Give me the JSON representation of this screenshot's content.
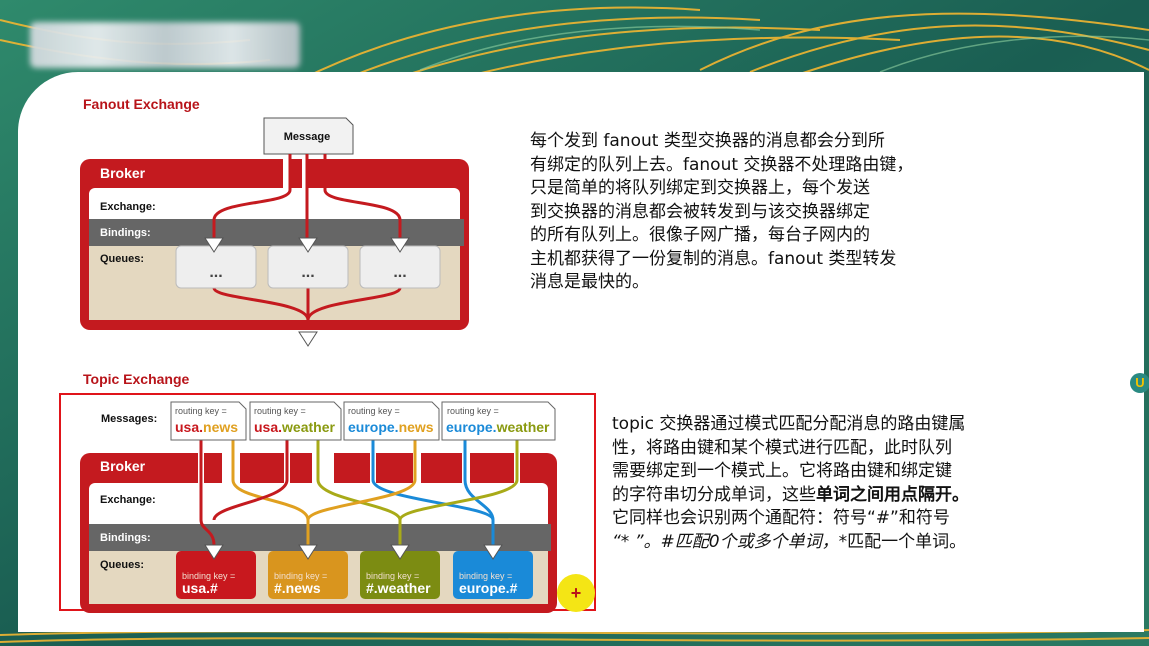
{
  "fanout": {
    "title": "Fanout Exchange",
    "message_label": "Message",
    "broker_label": "Broker",
    "exchange_label": "Exchange:",
    "bindings_label": "Bindings:",
    "queues_label": "Queues:",
    "queue_placeholder": "...",
    "description": "每个发到 fanout 类型交换器的消息都会分到所\n有绑定的队列上去。fanout 交换器不处理路由键，\n只是简单的将队列绑定到交换器上，每个发送\n到交换器的消息都会被转发到与该交换器绑定\n的所有队列上。很像子网广播，每台子网内的\n主机都获得了一份复制的消息。fanout 类型转发\n消息是最快的。"
  },
  "topic": {
    "title": "Topic Exchange",
    "messages_label": "Messages:",
    "routing_key_prefix": "routing key =",
    "binding_key_prefix": "binding key =",
    "broker_label": "Broker",
    "exchange_label": "Exchange:",
    "bindings_label": "Bindings:",
    "queues_label": "Queues:",
    "messages": [
      {
        "head": "usa.",
        "tail": "news",
        "color": "#e0a020"
      },
      {
        "head": "usa.",
        "tail": "weather",
        "color": "#8a9a10"
      },
      {
        "head": "europe.",
        "tail": "news",
        "color": "#e0a020"
      },
      {
        "head": "europe.",
        "tail": "weather",
        "color": "#8a9a10"
      }
    ],
    "queues": [
      {
        "key": "usa.#",
        "color": "#c8181e"
      },
      {
        "key": "#.news",
        "color": "#d9951e"
      },
      {
        "key": "#.weather",
        "color": "#7c8c12"
      },
      {
        "key": "europe.#",
        "color": "#1a8ad8"
      }
    ],
    "head_colors": {
      "usa": "#c8181e",
      "europe": "#1a8ad8"
    },
    "description_line1": "topic 交换器通过模式匹配分配消息的路由键属",
    "description_line2": "性，将路由键和某个模式进行匹配，此时队列",
    "description_line3": "需要绑定到一个模式上。它将路由键和绑定键",
    "description_line4a": "的字符串切分成单词，这些",
    "description_line4b": "单词之间用点隔开。",
    "description_line5": "它同样也会识别两个通配符：符号“#”和符号",
    "description_line6a": "“* ”。#匹配0个或多个单词，",
    "description_line6b": "*匹配一个单词。"
  },
  "plus_button": "+",
  "side_icon": "U",
  "colors": {
    "accent_red": "#b8141a",
    "broker_red": "#c41a1f",
    "bindings_gray": "#666666",
    "queue_bg": "#e4d8c0"
  }
}
